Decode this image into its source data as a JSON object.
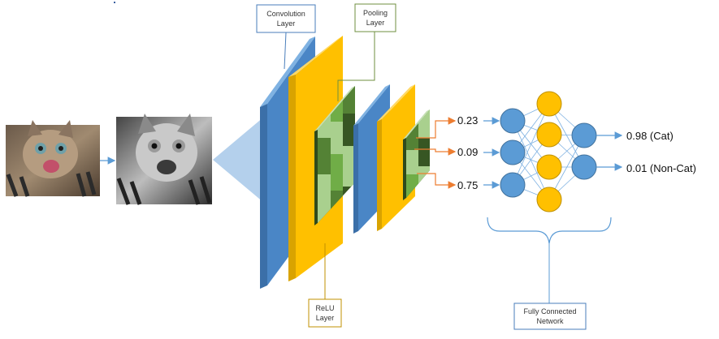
{
  "labels": {
    "convolution": [
      "Convolution",
      "Layer"
    ],
    "pooling": [
      "Pooling",
      "Layer"
    ],
    "relu": [
      "ReLU",
      "Layer"
    ],
    "fully_connected": [
      "Fully Connected",
      "Network"
    ]
  },
  "features": [
    "0.23",
    "0.09",
    "0.75"
  ],
  "outputs": [
    "0.98 (Cat)",
    "0.01 (Non-Cat)"
  ],
  "colors": {
    "conv_blue": "#5b9bd5",
    "relu_yellow": "#ffc000",
    "pool_green_dark": "#375623",
    "pool_green_mid": "#70ad47",
    "pool_green_light": "#a9d08e",
    "arrow_orange": "#ed7d31",
    "arrow_blue": "#5b9bd5",
    "label_border_blue": "#4a7ebb",
    "label_border_green": "#6f8f3f",
    "label_border_gold": "#c09000"
  }
}
